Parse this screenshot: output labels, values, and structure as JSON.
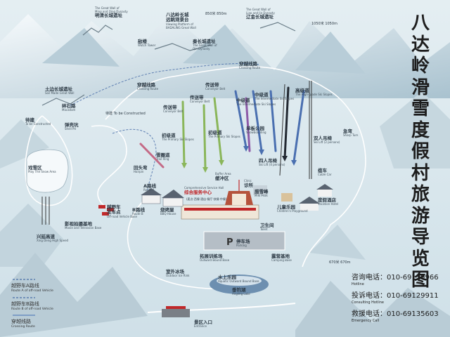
{
  "title_chars": [
    "八",
    "达",
    "岭",
    "滑",
    "雪",
    "度",
    "假",
    "村",
    "旅",
    "游",
    "导",
    "览",
    "图"
  ],
  "labels": {
    "ming_qing_wall": {
      "en": "The Great Wall of\nMing and Qing Dynasty",
      "cn": "明清长城遗址"
    },
    "badaling_viewing": {
      "cn": "八达岭长城\n远眺观景台",
      "en": "Viewing Platform of\nBADALING Great Wall"
    },
    "elev_850": "850米 850m",
    "liao_jin_wall": {
      "en": "The Great Wall of\nLiao and Jin Dynasty",
      "cn": "辽金长城遗址"
    },
    "elev_1050": "1050米 1050m",
    "watchtower": {
      "cn": "敌楼",
      "en": "Watch Tower"
    },
    "qin_wall": {
      "cn": "秦长城遗址",
      "en": "The Great Wall of\nQin Dynasty"
    },
    "crossing_top": {
      "cn": "穿越线路",
      "en": "Crossing Route"
    },
    "soil_wall": {
      "cn": "土边长城遗址",
      "en": "Soil Made Great Wall"
    },
    "crossing_left": {
      "cn": "穿越线路",
      "en": "Crossing Route"
    },
    "macadam": {
      "cn": "碎石路",
      "en": "Macadam"
    },
    "to_construction": {
      "cn": "待建",
      "en": "To be Constructed"
    },
    "shell_pit": {
      "cn": "弹壳坑",
      "en": "Shell Pit"
    },
    "to_construction2": "待建 To be Constructed",
    "snow_area": {
      "cn": "戏雪区",
      "en": "Play The Snow Area"
    },
    "high_speed": {
      "cn": "兴延高速",
      "en": "Xing Deng High Speed"
    },
    "hairpin": {
      "cn": "回头弯",
      "en": "Hairpin"
    },
    "trail_ring": {
      "cn": "雪圈道",
      "en": "Trail Ring"
    },
    "conveyor1": {
      "cn": "传送带",
      "en": "Conveyor Belt"
    },
    "primary1": {
      "cn": "初级道",
      "en": "The Primary Ski Slopes"
    },
    "conveyor2": {
      "cn": "传送带",
      "en": "Conveyor Belt"
    },
    "primary2": {
      "cn": "初级道",
      "en": "The Primary Ski Slopes"
    },
    "conveyor3": {
      "cn": "传送带",
      "en": "Conveyor Belt"
    },
    "intermediate1": {
      "cn": "中级道",
      "en": "The Intermediate Ski Slopes"
    },
    "snowboarding": {
      "cn": "单板公园",
      "en": "Snowboarding"
    },
    "intermediate2": {
      "cn": "中级道",
      "en": "The Intermediate Ski Slopes"
    },
    "advanced": {
      "cn": "高级道",
      "en": "The High-grade Ski Slopes"
    },
    "ski_lift4": {
      "cn": "四人吊椅",
      "en": "Ski Lift (4 persons)"
    },
    "ski_lift2": {
      "cn": "双人吊椅",
      "en": "Ski Lift (2 persons)"
    },
    "sharp_turn": {
      "cn": "急弯",
      "en": "Sharp Turn"
    },
    "cable_car": {
      "cn": "缆车",
      "en": "Cable Car"
    },
    "buffer_area": {
      "cn": "缓冲区",
      "en": "Buffer Area"
    },
    "clinic": {
      "cn": "诊所",
      "en": "Clinic"
    },
    "service_center": {
      "cn": "综合服务中心",
      "en": "Comprehensive Service Hall"
    },
    "route_a": {
      "cn": "A路线",
      "en": "Route A"
    },
    "route_b": {
      "cn": "B路线",
      "en": "Route B"
    },
    "offroad_base": {
      "cn": "越野车\n发车点",
      "en": "Off-road Vehicle Base"
    },
    "bbq": {
      "cn": "烧烤屋",
      "en": "BBQ House"
    },
    "movie_base": {
      "cn": "影视拍摄基地",
      "en": "Movie and Television Base"
    },
    "milk_peak": {
      "cn": "腊雪峰",
      "en": "Milk Peak"
    },
    "childrens_playground": {
      "cn": "儿童乐园",
      "en": "Children's Playground"
    },
    "toilet": {
      "cn": "卫生间",
      "en": "Toilet"
    },
    "hotel": {
      "cn": "度假酒店",
      "en": "Vacation Hotel"
    },
    "parking": {
      "cn": "停车场",
      "en": "Parking"
    },
    "outward_base": {
      "cn": "拓展训练场",
      "en": "Outward Bound Base"
    },
    "camping_base": {
      "cn": "露营基地",
      "en": "Camping Base"
    },
    "ice_rink": {
      "cn": "室外冰场",
      "en": "Outdoor Ice Rink"
    },
    "water_base": {
      "cn": "水上乐园",
      "en": "Aquatic Outward Bound Base"
    },
    "fishing_lake": {
      "cn": "垂钓湖",
      "en": "Angling Lake"
    },
    "entrance": {
      "cn": "景区入口",
      "en": "Entrance"
    },
    "elev_670": "670米 670m",
    "dining_text": "(麦点·西餐·酒店·餐厅·快餐·中餐)"
  },
  "legend": [
    {
      "cn": "越野车A路线",
      "en": "Route A of off-road Vehicle",
      "color": "#4a6fa8"
    },
    {
      "cn": "越野车B路线",
      "en": "Route B of off-road Vehicle",
      "color": "#4a6fa8"
    },
    {
      "cn": "穿越线路",
      "en": "Crossing Route",
      "color": "#6a8ec0"
    }
  ],
  "contacts": [
    {
      "label": "咨询电话：010-69129966",
      "sub": "Hotline"
    },
    {
      "label": "投诉电话：010-69129911",
      "sub": "Consulting Hotline"
    },
    {
      "label": "救援电话：010-69135603",
      "sub": "Emergency Call"
    }
  ],
  "colors": {
    "background": "#d8e8ee",
    "mountain": "#eef4f7",
    "mountain_shadow": "#9fb9c8",
    "road": "#ffffff",
    "slope_green": "#8ab65a",
    "slope_blue": "#4a6fb0",
    "slope_black": "#222831",
    "slope_purple": "#8d5aa7",
    "pink_trail": "#c46a86",
    "red_tower": "#c0282a"
  }
}
